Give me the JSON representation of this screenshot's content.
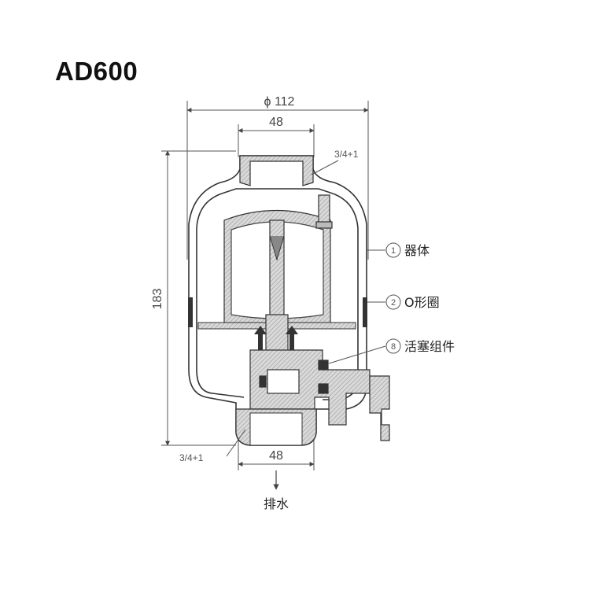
{
  "title": "AD600",
  "dimensions": {
    "top_diameter": "ϕ 112",
    "inlet_width": "48",
    "outlet_width": "48",
    "height": "183",
    "inlet_thread": "3/4+1",
    "outlet_thread": "3/4+1"
  },
  "callouts": [
    {
      "number": "1",
      "label": "器体"
    },
    {
      "number": "2",
      "label": "O形圈"
    },
    {
      "number": "8",
      "label": "活塞组件"
    }
  ],
  "drain_label": "排水"
}
